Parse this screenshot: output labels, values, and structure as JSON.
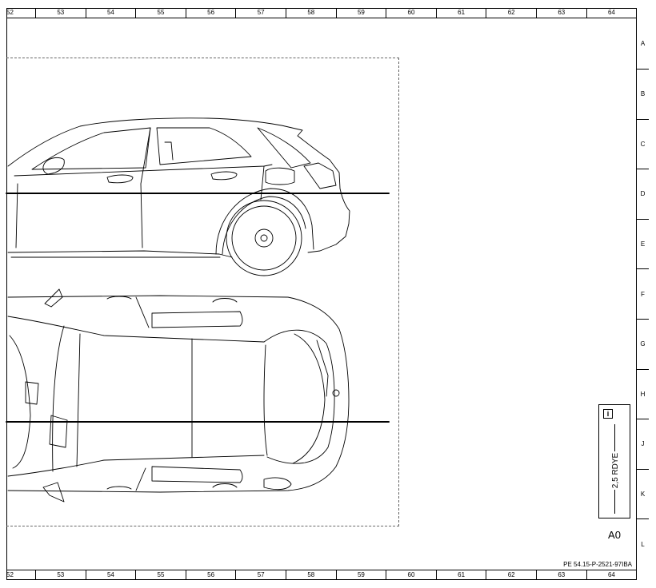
{
  "grid": {
    "columns": [
      "52",
      "53",
      "54",
      "55",
      "56",
      "57",
      "58",
      "59",
      "60",
      "61",
      "62",
      "63",
      "64"
    ],
    "rows": [
      "A",
      "B",
      "C",
      "D",
      "E",
      "F",
      "G",
      "H",
      "J",
      "K",
      "L"
    ]
  },
  "legend": {
    "info_icon": "info-icon",
    "wire_label": "2,5 RDYE",
    "code": "A0"
  },
  "document_id": "PE 54.15-P-2521-97IBA"
}
